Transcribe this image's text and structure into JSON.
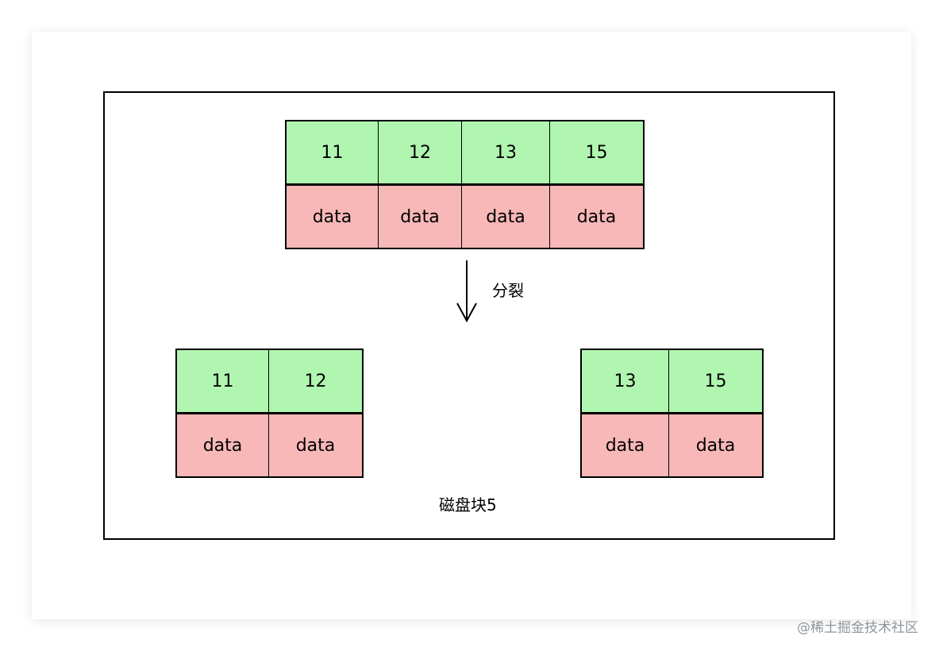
{
  "top_node": {
    "keys": [
      "11",
      "12",
      "13",
      "15"
    ],
    "values": [
      "data",
      "data",
      "data",
      "data"
    ]
  },
  "split_label": "分裂",
  "left_node": {
    "keys": [
      "11",
      "12"
    ],
    "values": [
      "data",
      "data"
    ]
  },
  "right_node": {
    "keys": [
      "13",
      "15"
    ],
    "values": [
      "data",
      "data"
    ]
  },
  "caption": "磁盘块5",
  "watermark": "@稀土掘金技术社区",
  "colors": {
    "key_fill": "#b0f5b0",
    "value_fill": "#f8b8b8",
    "border": "#000000"
  }
}
